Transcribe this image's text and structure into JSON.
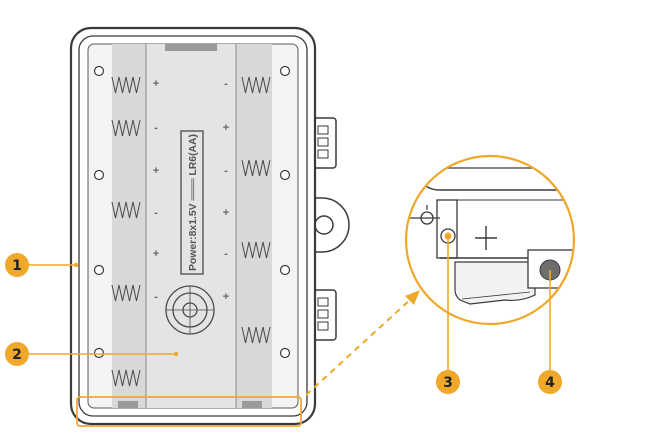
{
  "battery_label": "Power:8x1.5V ═══ LR6(AA)",
  "polarity": {
    "plus": "+",
    "minus": "-"
  },
  "callouts": [
    {
      "number": "1"
    },
    {
      "number": "2"
    },
    {
      "number": "3"
    },
    {
      "number": "4"
    }
  ],
  "colors": {
    "accent": "#F0A82A",
    "outline": "#3A3A3A",
    "battery_fill": "#DCDCDC",
    "compartment_fill": "#F2F2F2"
  }
}
